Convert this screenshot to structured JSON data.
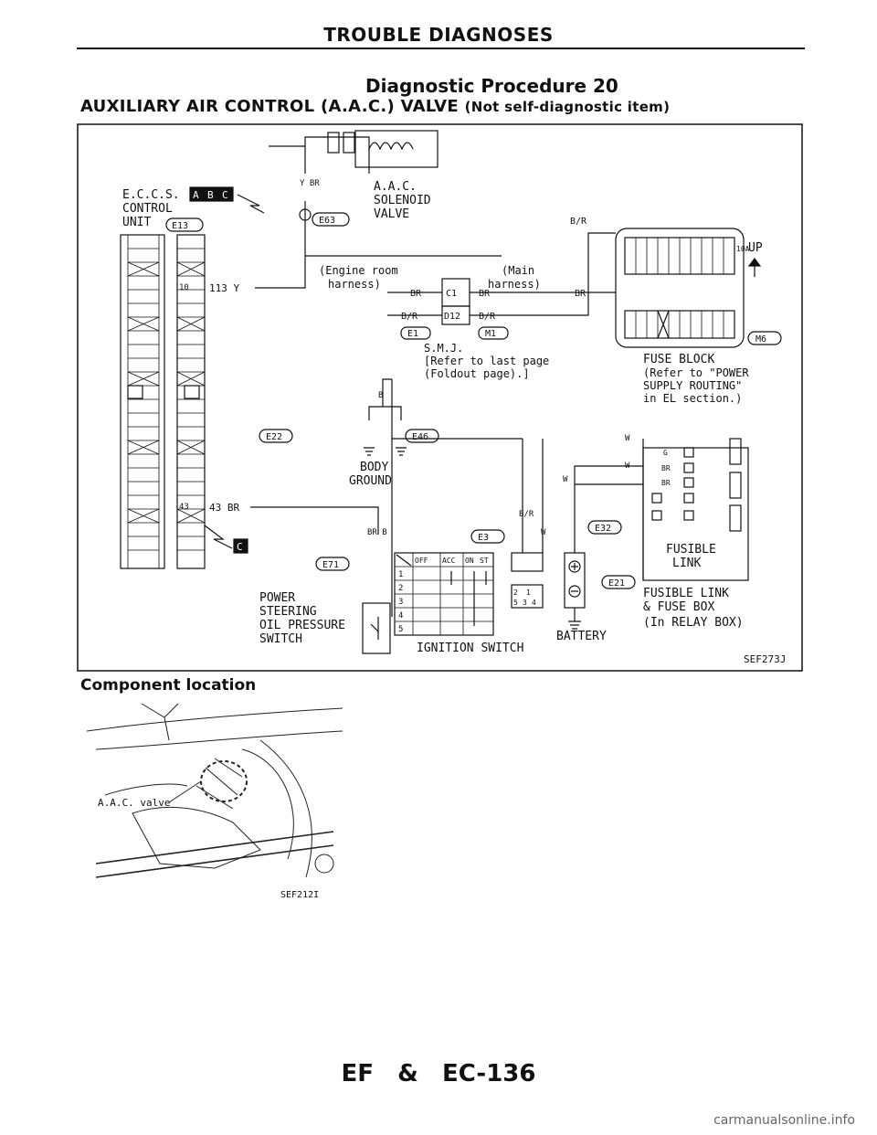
{
  "header": {
    "section_title": "TROUBLE DIAGNOSES"
  },
  "procedure": {
    "title": "Diagnostic Procedure 20",
    "subtitle_main": "AUXILIARY AIR CONTROL (A.A.C.) VALVE",
    "subtitle_note": "(Not self-diagnostic item)"
  },
  "diagram": {
    "eccs": {
      "line1": "E.C.C.S.",
      "line2": "CONTROL",
      "line3": "UNIT",
      "connector": "E13",
      "tags": [
        "A",
        "B",
        "C"
      ]
    },
    "aac": {
      "line1": "A.A.C.",
      "line2": "SOLENOID",
      "line3": "VALVE",
      "connector": "E63"
    },
    "wires": {
      "w113": "113 Y",
      "w43": "43 BR",
      "br": "BR",
      "br_r": "B/R",
      "b": "B",
      "w": "W",
      "g": "G",
      "y_br": "Y BR",
      "br_b": "BR B",
      "pin10": "10",
      "pin43": "43",
      "pin113": "113"
    },
    "harness": {
      "engine1": "(Engine room",
      "engine2": "harness)",
      "main1": "(Main",
      "main2": "harness)",
      "c1": "C1",
      "d12": "D12",
      "e1": "E1",
      "m1": "M1"
    },
    "smj": {
      "line1": "S.M.J.",
      "line2": "[Refer to last page",
      "line3": "(Foldout page).]"
    },
    "fuse_block": {
      "line1": "FUSE BLOCK",
      "line2": "(Refer to \"POWER",
      "line3": "SUPPLY ROUTING\"",
      "line4": "in EL section.)",
      "connector": "M6",
      "up": "UP",
      "fuse": "10A"
    },
    "ground": {
      "line1": "BODY",
      "line2": "GROUND",
      "c1": "E22",
      "c2": "E46"
    },
    "ps": {
      "line1": "POWER",
      "line2": "STEERING",
      "line3": "OIL PRESSURE",
      "line4": "SWITCH",
      "connector": "E71"
    },
    "ignition": {
      "label": "IGNITION SWITCH",
      "connector": "E3",
      "headers": [
        "OFF",
        "ACC",
        "ON",
        "ST"
      ],
      "rows": [
        "1",
        "2",
        "3",
        "4",
        "5"
      ],
      "pins": [
        "2",
        "1",
        "5",
        "3",
        "4"
      ]
    },
    "battery": {
      "label": "BATTERY",
      "c1": "E32",
      "c2": "E21"
    },
    "fusible": {
      "line1": "FUSIBLE",
      "line2": "LINK",
      "line3": "FUSIBLE LINK",
      "line4": "& FUSE BOX",
      "line5": "(In RELAY BOX)"
    },
    "code": "SEF273J"
  },
  "component": {
    "title": "Component location",
    "label": "A.A.C. valve",
    "code": "SEF212I"
  },
  "footer": {
    "part1": "EF",
    "amp": "&",
    "part2": "EC-136"
  },
  "credit": "carmanualsonline.info"
}
